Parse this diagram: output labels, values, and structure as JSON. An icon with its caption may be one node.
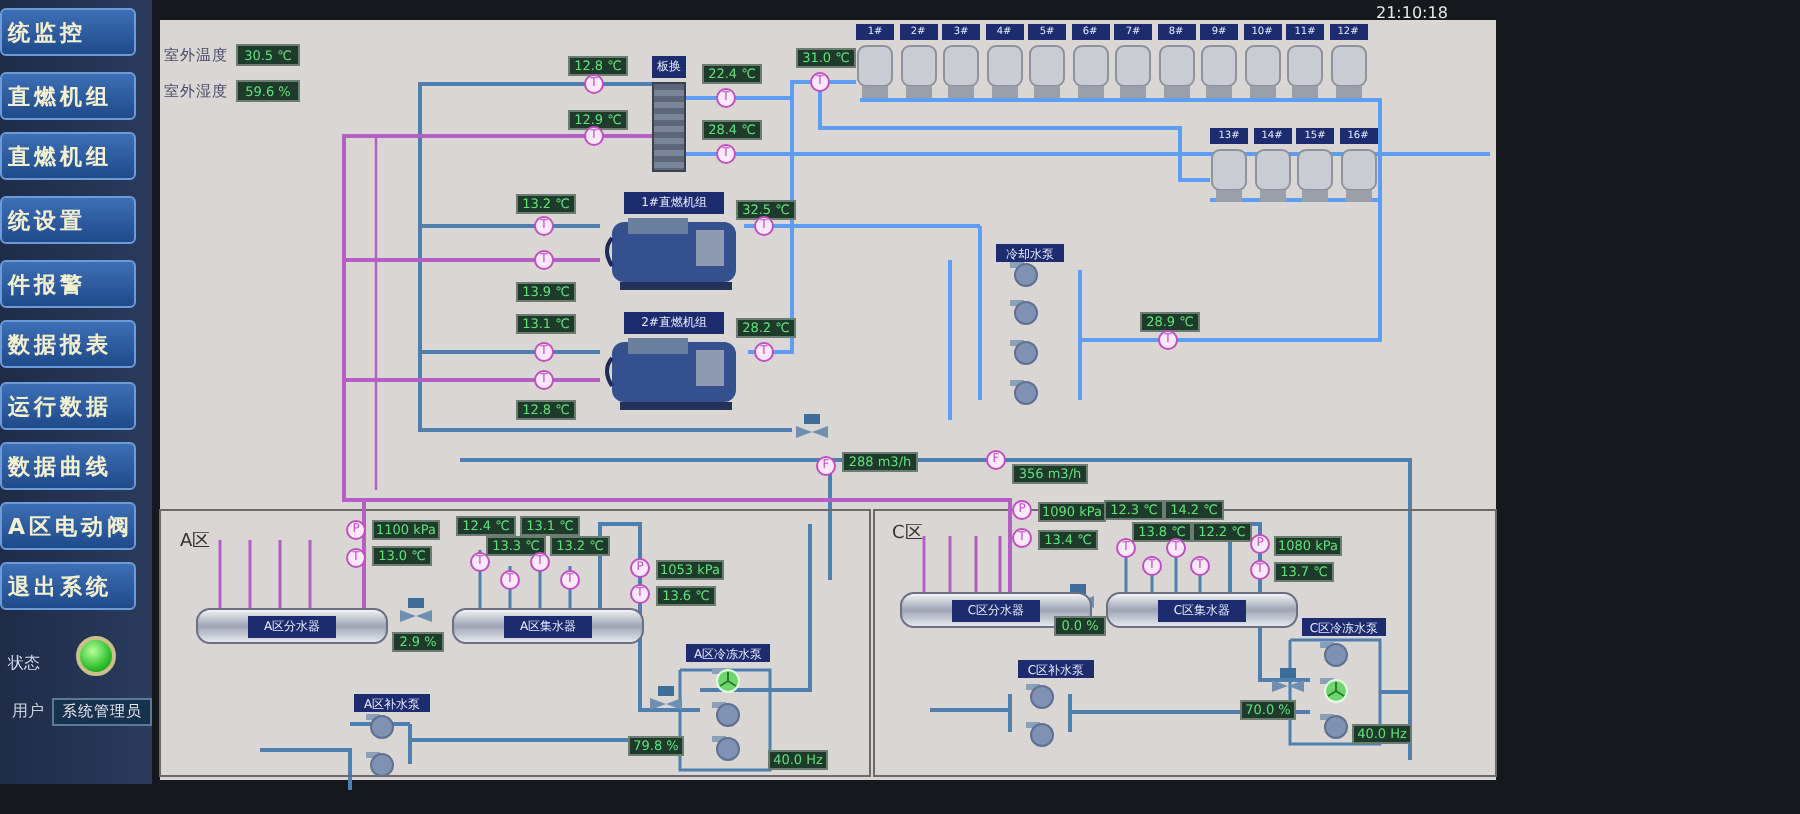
{
  "diagram": {
    "nodes": [
      {
        "text": [
          "统监控"
        ]
      },
      {
        "text": [
          "直燃机组"
        ]
      },
      {
        "text": [
          "直燃机组"
        ]
      },
      {
        "text": [
          "统设置"
        ]
      },
      {
        "text": [
          "件报警"
        ]
      },
      {
        "text": [
          "数据报表"
        ]
      },
      {
        "text": [
          "运行数据"
        ]
      },
      {
        "text": [
          "数据曲线"
        ]
      },
      {
        "text": [
          "A区电动阀"
        ]
      },
      {
        "text": [
          "退出系统"
        ]
      },
      {
        "text": [
          "系统管理员"
        ],
        "beside": [
          "用户"
        ]
      },
      {
        "text": [
          "30.5 ℃"
        ],
        "beside": [
          "室外温度"
        ]
      },
      {
        "text": [
          "59.6 %"
        ],
        "beside": [
          "室外湿度"
        ]
      },
      {
        "text": [
          "板换"
        ]
      },
      {
        "text": [
          "12.8 ℃"
        ]
      },
      {
        "text": [
          "12.9 ℃"
        ]
      },
      {
        "text": [
          "22.4 ℃"
        ]
      },
      {
        "text": [
          "28.4 ℃"
        ]
      },
      {
        "text": [
          "31.0 ℃"
        ]
      },
      {
        "text": [
          "T"
        ]
      },
      {
        "text": [
          "T"
        ]
      },
      {
        "text": [
          "T"
        ]
      },
      {
        "text": [
          "T"
        ]
      },
      {
        "text": [
          "T"
        ]
      },
      {
        "text": [
          "1#直燃机组"
        ]
      },
      {
        "text": [
          "2#直燃机组"
        ]
      },
      {
        "text": [
          "13.2 ℃"
        ]
      },
      {
        "text": [
          "13.9 ℃"
        ]
      },
      {
        "text": [
          "32.5 ℃"
        ]
      },
      {
        "text": [
          "13.1 ℃"
        ]
      },
      {
        "text": [
          "12.8 ℃"
        ]
      },
      {
        "text": [
          "28.2 ℃"
        ]
      },
      {
        "text": [
          "T"
        ]
      },
      {
        "text": [
          "T"
        ]
      },
      {
        "text": [
          "T"
        ]
      },
      {
        "text": [
          "T"
        ]
      },
      {
        "text": [
          "T"
        ]
      },
      {
        "text": [
          "T"
        ]
      },
      {
        "text": [
          "1#"
        ]
      },
      {
        "text": [
          "2#"
        ]
      },
      {
        "text": [
          "3#"
        ]
      },
      {
        "text": [
          "4#"
        ]
      },
      {
        "text": [
          "5#"
        ]
      },
      {
        "text": [
          "6#"
        ]
      },
      {
        "text": [
          "7#"
        ]
      },
      {
        "text": [
          "8#"
        ]
      },
      {
        "text": [
          "9#"
        ]
      },
      {
        "text": [
          "10#"
        ]
      },
      {
        "text": [
          "11#"
        ]
      },
      {
        "text": [
          "12#"
        ]
      },
      {
        "text": [
          "13#"
        ]
      },
      {
        "text": [
          "14#"
        ]
      },
      {
        "text": [
          "15#"
        ]
      },
      {
        "text": [
          "16#"
        ]
      },
      {
        "text": [
          "冷却水泵"
        ]
      },
      {
        "text": [],
        "shape": "circle"
      },
      {
        "text": [],
        "shape": "circle"
      },
      {
        "text": [],
        "shape": "circle"
      },
      {
        "text": [],
        "shape": "circle"
      },
      {
        "text": [
          "28.9 ℃"
        ]
      },
      {
        "text": [
          "T"
        ]
      },
      {
        "text": [
          "288 m3/h"
        ]
      },
      {
        "text": [
          "F"
        ]
      },
      {
        "text": [
          "356 m3/h"
        ]
      },
      {
        "text": [
          "F"
        ]
      },
      {
        "text": [
          "1100 kPa"
        ]
      },
      {
        "text": [
          "P"
        ]
      },
      {
        "text": [
          "13.0 ℃"
        ]
      },
      {
        "text": [
          "T"
        ]
      },
      {
        "text": [
          "A区分水器"
        ]
      },
      {
        "text": [
          "A区集水器"
        ]
      },
      {
        "text": [
          "2.9 %"
        ]
      },
      {
        "text": [
          "12.4 ℃"
        ]
      },
      {
        "text": [
          "13.3 ℃"
        ]
      },
      {
        "text": [
          "13.1 ℃"
        ]
      },
      {
        "text": [
          "13.2 ℃"
        ]
      },
      {
        "text": [
          "T"
        ]
      },
      {
        "text": [
          "T"
        ]
      },
      {
        "text": [
          "T"
        ]
      },
      {
        "text": [
          "T"
        ]
      },
      {
        "text": [
          "1053 kPa"
        ]
      },
      {
        "text": [
          "P"
        ]
      },
      {
        "text": [
          "13.6 ℃"
        ]
      },
      {
        "text": [
          "T"
        ]
      },
      {
        "text": [
          "A区冷冻水泵"
        ]
      },
      {
        "text": [],
        "shape": "circle"
      },
      {
        "text": [],
        "shape": "circle"
      },
      {
        "text": [],
        "shape": "circle"
      },
      {
        "text": [
          "79.8 %"
        ]
      },
      {
        "text": [
          "40.0 Hz"
        ]
      },
      {
        "text": [
          "A区补水泵"
        ]
      },
      {
        "text": [],
        "shape": "circle"
      },
      {
        "text": [],
        "shape": "circle"
      },
      {
        "text": [
          "1090 kPa"
        ]
      },
      {
        "text": [
          "P"
        ]
      },
      {
        "text": [
          "13.4 ℃"
        ]
      },
      {
        "text": [
          "T"
        ]
      },
      {
        "text": [
          "C区分水器"
        ]
      },
      {
        "text": [
          "C区集水器"
        ]
      },
      {
        "text": [
          "0.0 %"
        ]
      },
      {
        "text": [
          "12.3 ℃"
        ]
      },
      {
        "text": [
          "13.8 ℃"
        ]
      },
      {
        "text": [
          "14.2 ℃"
        ]
      },
      {
        "text": [
          "12.2 ℃"
        ]
      },
      {
        "text": [
          "T"
        ]
      },
      {
        "text": [
          "T"
        ]
      },
      {
        "text": [
          "T"
        ]
      },
      {
        "text": [
          "T"
        ]
      },
      {
        "text": [
          "1080 kPa"
        ]
      },
      {
        "text": [
          "P"
        ]
      },
      {
        "text": [
          "13.7 ℃"
        ]
      },
      {
        "text": [
          "T"
        ]
      },
      {
        "text": [
          "C区冷冻水泵"
        ]
      },
      {
        "text": [],
        "shape": "circle"
      },
      {
        "text": [],
        "shape": "circle"
      },
      {
        "text": [],
        "shape": "circle"
      },
      {
        "text": [
          "70.0 %"
        ]
      },
      {
        "text": [
          "40.0 Hz"
        ]
      },
      {
        "text": [
          "C区补水泵"
        ]
      },
      {
        "text": [],
        "shape": "circle"
      },
      {
        "text": [],
        "shape": "circle"
      }
    ],
    "edges": [
      {
        "from": 13,
        "to": 24,
        "arrow": "none",
        "color": "#4f7fae"
      },
      {
        "from": 13,
        "to": 25,
        "arrow": "none",
        "color": "#4f7fae"
      },
      {
        "from": 13,
        "to": 97,
        "arrow": "none"
      },
      {
        "from": 13,
        "to": 24,
        "arrow": "none"
      },
      {
        "from": 13,
        "to": 25,
        "arrow": "none"
      },
      {
        "from": 13,
        "to": 69,
        "arrow": "none"
      },
      {
        "from": 13,
        "to": 38,
        "arrow": "none",
        "color": "#5d9df2"
      },
      {
        "from": 13,
        "to": 50,
        "arrow": "none",
        "color": "#5d9df2"
      },
      {
        "from": 13,
        "to": 25,
        "arrow": "none",
        "color": "#5d9df2"
      }
    ],
    "labels": [
      "21:10:18",
      "A区",
      "C区",
      "状态"
    ]
  }
}
